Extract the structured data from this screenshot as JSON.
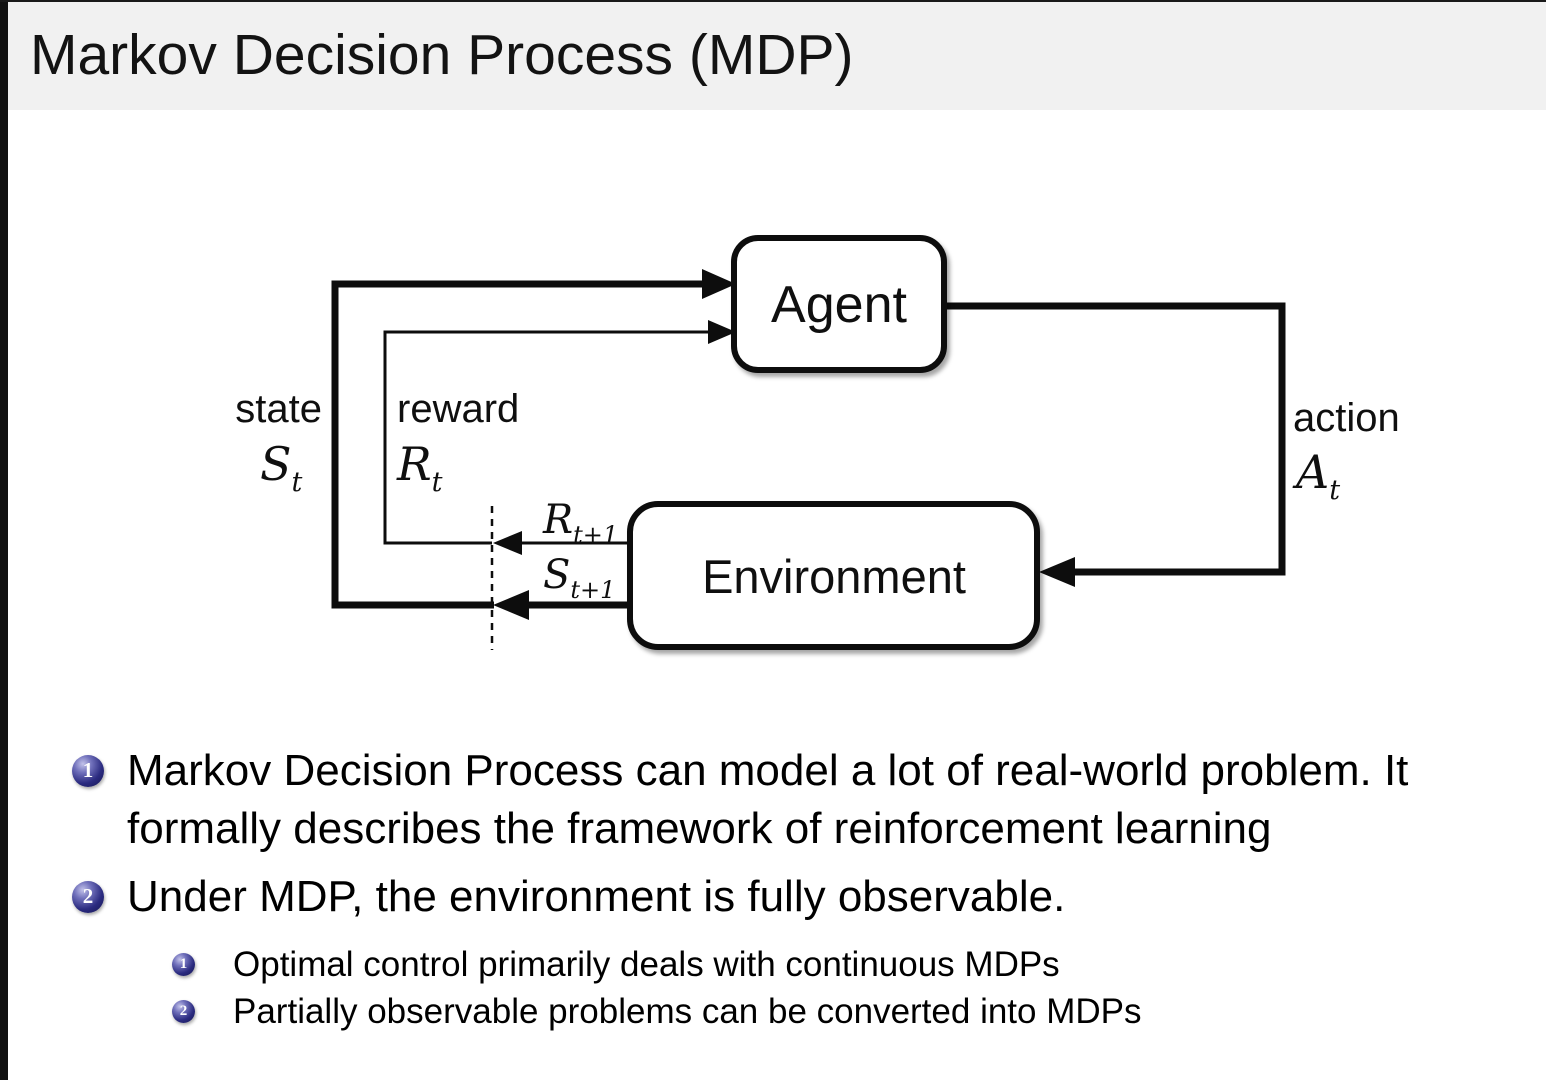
{
  "title": "Markov Decision Process (MDP)",
  "diagram": {
    "agent_label": "Agent",
    "environment_label": "Environment",
    "state_label": "state",
    "state_symbol": {
      "base": "S",
      "sub": "t"
    },
    "reward_label": "reward",
    "reward_symbol": {
      "base": "R",
      "sub": "t"
    },
    "action_label": "action",
    "action_symbol": {
      "base": "A",
      "sub": "t"
    },
    "next_reward_symbol": {
      "base": "R",
      "sub": "t+1"
    },
    "next_state_symbol": {
      "base": "S",
      "sub": "t+1"
    }
  },
  "bullets": [
    {
      "number": "1",
      "text": "Markov Decision Process can model a lot of real-world problem. It formally describes the framework of reinforcement learning"
    },
    {
      "number": "2",
      "text": "Under MDP, the environment is fully observable.",
      "sub_items": [
        {
          "number": "1",
          "text": "Optimal control primarily deals with continuous MDPs"
        },
        {
          "number": "2",
          "text": "Partially observable problems can be converted into MDPs"
        }
      ]
    }
  ],
  "colors": {
    "title_bar_bg": "#f1f1f1",
    "bullet_sphere": "#2b2b80",
    "diagram_ink": "#0d0d0d",
    "background": "#ffffff"
  }
}
